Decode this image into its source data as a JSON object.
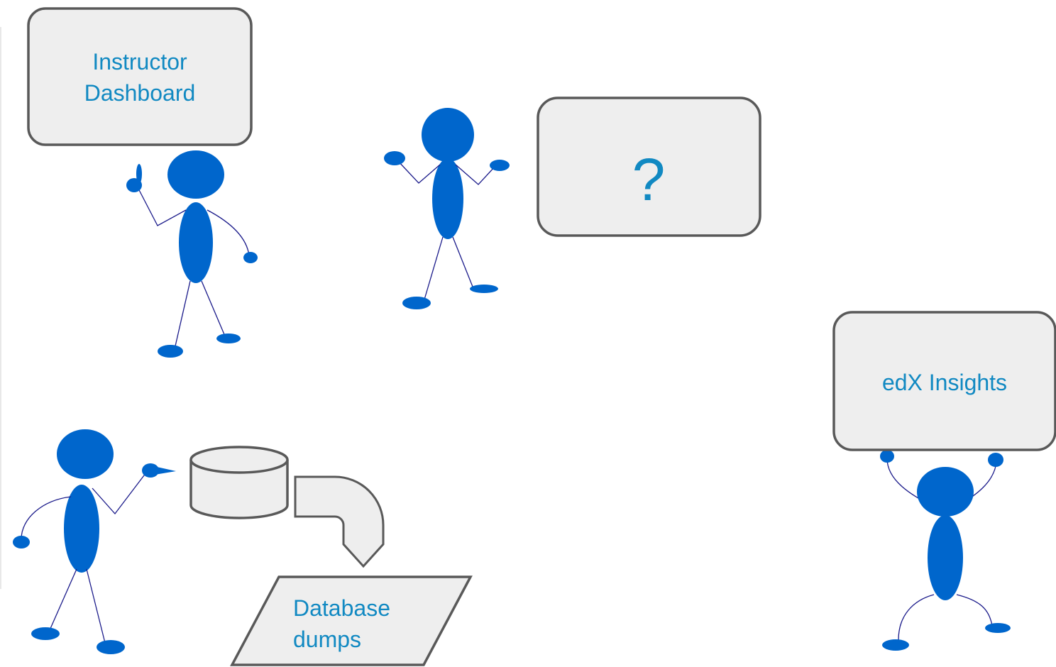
{
  "boxes": {
    "instructor_dashboard": {
      "line1": "Instructor",
      "line2": "Dashboard"
    },
    "question": {
      "text": "?"
    },
    "edx_insights": {
      "text": "edX Insights"
    },
    "database_dumps": {
      "line1": "Database",
      "line2": "dumps"
    }
  },
  "colors": {
    "figure": "#0066cc",
    "limb": "#1a1a8a",
    "box_fill": "#eeeeee",
    "box_stroke": "#595959",
    "text": "#1189c2"
  },
  "icons": [
    "stick-figure-icon",
    "database-cylinder-icon",
    "curved-arrow-icon",
    "document-parallelogram-icon"
  ]
}
